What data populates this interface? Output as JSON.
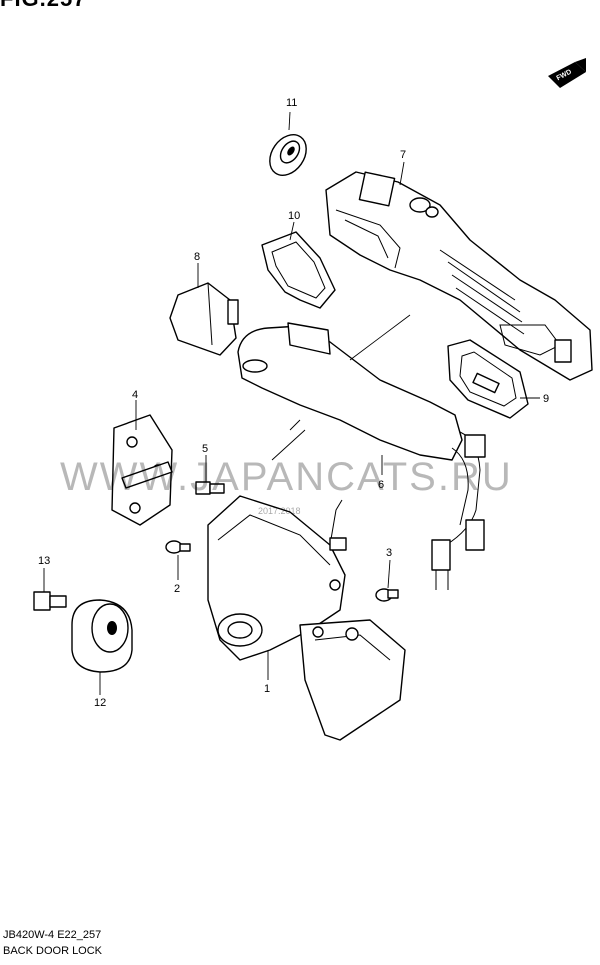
{
  "figure": {
    "title_fragment": "FIG.257"
  },
  "direction_badge": {
    "label": "FWD"
  },
  "watermark": {
    "text": "WWW.JAPANCATS.RU",
    "small_text": "2017.2018"
  },
  "callouts": [
    "1",
    "2",
    "3",
    "4",
    "5",
    "6",
    "7",
    "8",
    "9",
    "10",
    "11",
    "12",
    "13"
  ],
  "footer": {
    "code": "JB420W-4 E22_257",
    "name": "BACK DOOR LOCK"
  }
}
